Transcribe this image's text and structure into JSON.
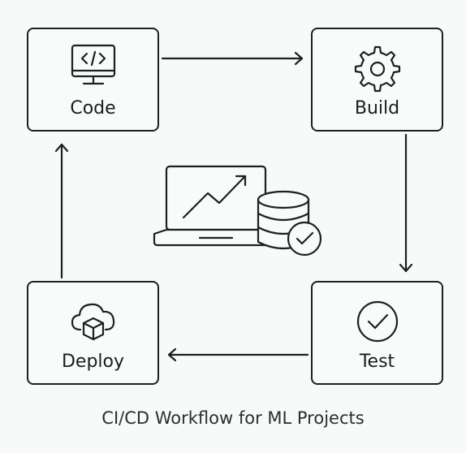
{
  "diagram": {
    "nodes": {
      "code": {
        "label": "Code",
        "icon": "code-monitor-icon"
      },
      "build": {
        "label": "Build",
        "icon": "gear-icon"
      },
      "test": {
        "label": "Test",
        "icon": "check-circle-icon"
      },
      "deploy": {
        "label": "Deploy",
        "icon": "cloud-box-icon"
      }
    },
    "center_icon": "laptop-growth-database-check-icon",
    "caption": "CI/CD Workflow for ML Projects",
    "edges": [
      {
        "from": "Code",
        "to": "Build"
      },
      {
        "from": "Build",
        "to": "Test"
      },
      {
        "from": "Test",
        "to": "Deploy"
      },
      {
        "from": "Deploy",
        "to": "Code"
      }
    ]
  },
  "colors": {
    "background": "#f7faf8",
    "stroke": "#1d2023"
  }
}
